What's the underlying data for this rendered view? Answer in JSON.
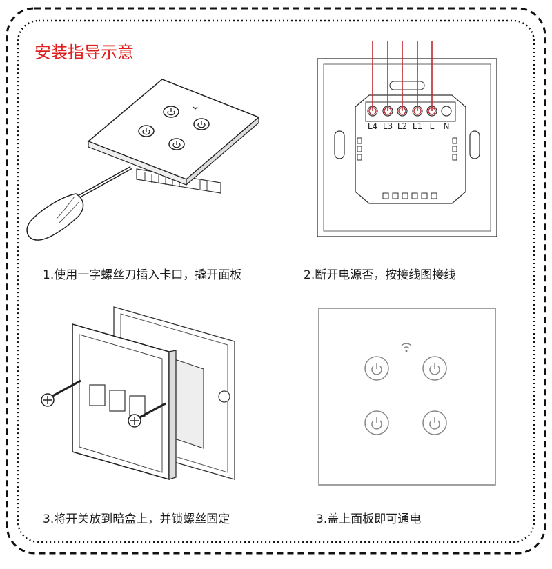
{
  "title": "安装指导示意",
  "steps": [
    {
      "caption": "1.使用一字螺丝刀插入卡口，撬开面板"
    },
    {
      "caption": "2.断开电源否，按接线图接线"
    },
    {
      "caption": "3.将开关放到暗盒上，并锁螺丝固定"
    },
    {
      "caption": "3.盖上面板即可通电"
    }
  ],
  "terminals": [
    "L4",
    "L3",
    "L2",
    "L1",
    "L",
    "N"
  ],
  "colors": {
    "title": "#e0201e",
    "wire": "#c0282f",
    "line": "#333333"
  }
}
